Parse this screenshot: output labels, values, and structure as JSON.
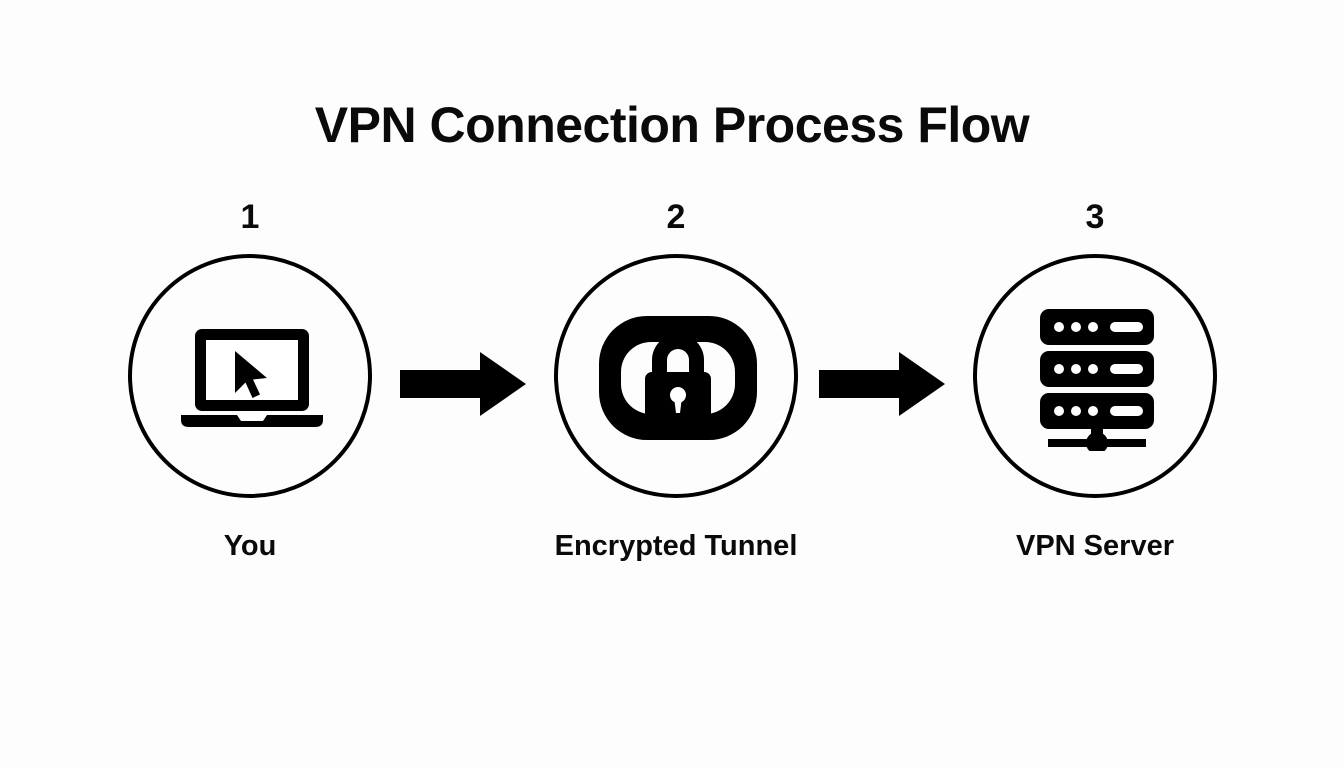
{
  "page": {
    "title": "VPN Connection Process Flow",
    "background_color": "#fdfdfd",
    "foreground_color": "#0a0a0a"
  },
  "diagram": {
    "type": "process-flow",
    "orientation": "horizontal",
    "step_count": 3,
    "steps": [
      {
        "number": "1",
        "label": "You",
        "icon": "laptop-with-cursor-icon"
      },
      {
        "number": "2",
        "label": "Encrypted Tunnel",
        "icon": "tunnel-with-padlock-icon"
      },
      {
        "number": "3",
        "label": "VPN Server",
        "icon": "server-rack-icon"
      }
    ],
    "connectors": [
      {
        "name": "arrow-1",
        "direction": "right",
        "from": "1",
        "to": "2"
      },
      {
        "name": "arrow-2",
        "direction": "right",
        "from": "2",
        "to": "3"
      }
    ]
  }
}
